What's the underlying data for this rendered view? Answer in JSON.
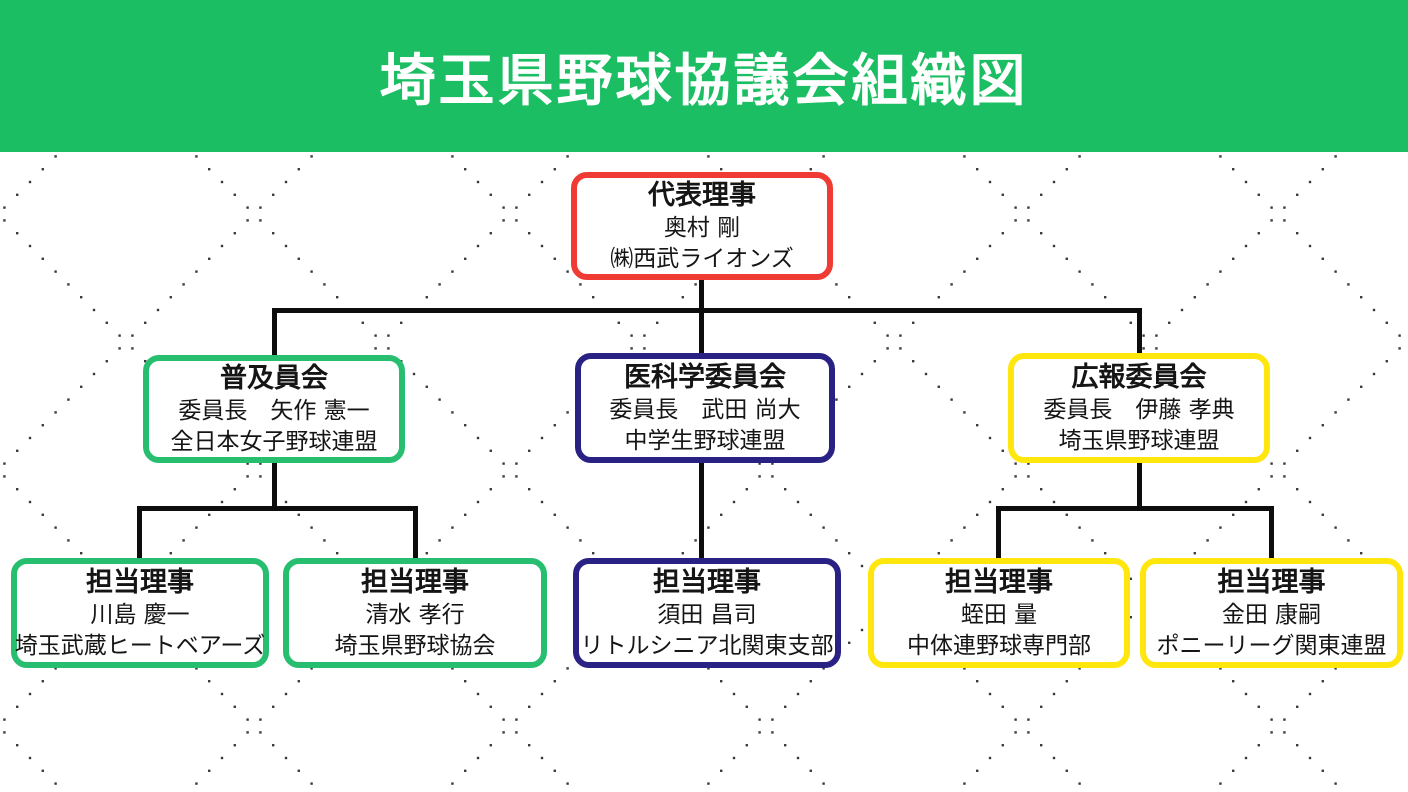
{
  "header": {
    "title": "埼玉県野球協議会組織図"
  },
  "root": {
    "title": "代表理事",
    "name": "奥村 剛",
    "org": "㈱西武ライオンズ"
  },
  "committees": [
    {
      "title": "普及員会",
      "chair": "委員長　矢作 憲一",
      "org": "全日本女子野球連盟"
    },
    {
      "title": "医科学委員会",
      "chair": "委員長　武田 尚大",
      "org": "中学生野球連盟"
    },
    {
      "title": "広報委員会",
      "chair": "委員長　伊藤 孝典",
      "org": "埼玉県野球連盟"
    }
  ],
  "directors": [
    {
      "title": "担当理事",
      "name": "川島 慶一",
      "org": "埼玉武蔵ヒートベアーズ"
    },
    {
      "title": "担当理事",
      "name": "清水 孝行",
      "org": "埼玉県野球協会"
    },
    {
      "title": "担当理事",
      "name": "須田 昌司",
      "org": "リトルシニア北関東支部"
    },
    {
      "title": "担当理事",
      "name": "蛭田 量",
      "org": "中体連野球専門部"
    },
    {
      "title": "担当理事",
      "name": "金田 康嗣",
      "org": "ポニーリーグ関東連盟"
    }
  ],
  "colors": {
    "banner": "#1BBE63",
    "red": "#EF3B33",
    "green": "#27BE70",
    "navy": "#2A2184",
    "yellow": "#FFE60D",
    "line": "#0d0d0d",
    "dot": "#3a3a3a",
    "title_text": "#ffffff"
  }
}
